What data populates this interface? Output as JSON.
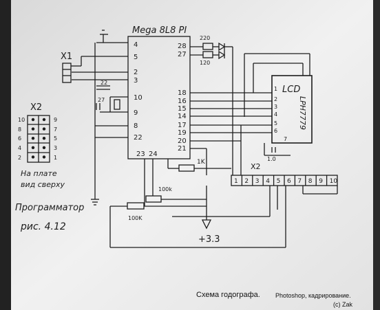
{
  "mcu": {
    "name": "Mega 8L8 PI",
    "pins_left": [
      "4",
      "5",
      "2",
      "3",
      "10",
      "9",
      "8",
      "22"
    ],
    "pins_right": [
      "28",
      "27",
      "18",
      "16",
      "15",
      "14",
      "17",
      "19",
      "20",
      "21"
    ],
    "pins_bottom": [
      "23",
      "24"
    ]
  },
  "connector_x1": {
    "label": "X1"
  },
  "connector_x2": {
    "label": "X2",
    "pins_left": [
      "10",
      "8",
      "6",
      "4",
      "2"
    ],
    "pins_right": [
      "9",
      "7",
      "5",
      "3",
      "1"
    ]
  },
  "lcd": {
    "title": "LCD",
    "model": "LPH7779",
    "pins": [
      "1",
      "2",
      "3",
      "4",
      "5",
      "6",
      "7"
    ],
    "extra_label": "1.0"
  },
  "header_x2b": {
    "label": "X2",
    "pins": [
      "1",
      "2",
      "3",
      "4",
      "5",
      "6",
      "7",
      "8",
      "9",
      "10"
    ]
  },
  "resistors": {
    "r220": "220",
    "r120": "120",
    "r1k": "1K",
    "r100k_a": "100k",
    "r100k_b": "100K"
  },
  "caps": {
    "c22": "22",
    "c27": "27"
  },
  "power": {
    "label": "+3.3"
  },
  "notes": {
    "board_view_1": "На плате",
    "board_view_2": "вид сверху",
    "programmer": "Программатор",
    "figure": "рис. 4.12"
  },
  "caption": {
    "title": "Схема годографа.",
    "credits": "Photoshop, кадрирование.",
    "author": "(c) Zak"
  }
}
